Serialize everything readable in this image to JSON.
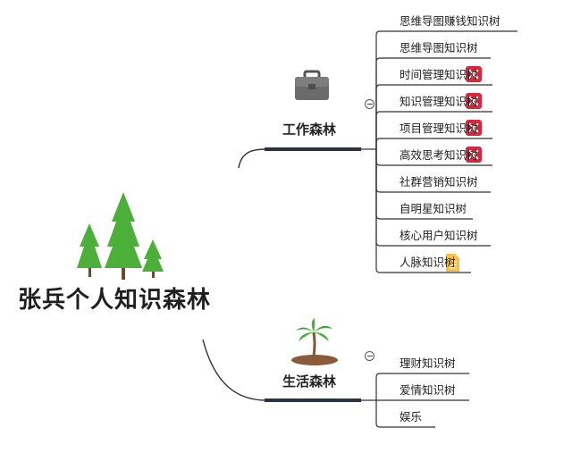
{
  "root": {
    "title": "张兵个人知识森林",
    "icon": "pine-trees-icon",
    "color": "#4caf3a"
  },
  "branches": [
    {
      "label": "工作森林",
      "icon": "briefcase-icon",
      "leaves": [
        {
          "label": "思维导图赚钱知识树",
          "marker": ""
        },
        {
          "label": "思维导图知识树",
          "marker": ""
        },
        {
          "label": "时间管理知识树",
          "marker": "xmind-icon"
        },
        {
          "label": "知识管理知识树",
          "marker": "xmind-icon"
        },
        {
          "label": "项目管理知识树",
          "marker": "xmind-icon"
        },
        {
          "label": "高效思考知识树",
          "marker": "xmind-icon"
        },
        {
          "label": "社群营销知识树",
          "marker": ""
        },
        {
          "label": "自明星知识树",
          "marker": ""
        },
        {
          "label": "核心用户知识树",
          "marker": ""
        },
        {
          "label": "人脉知识树",
          "marker": "document-icon"
        }
      ]
    },
    {
      "label": "生活森林",
      "icon": "palm-island-icon",
      "leaves": [
        {
          "label": "理财知识树",
          "marker": ""
        },
        {
          "label": "爱情知识树",
          "marker": ""
        },
        {
          "label": "娱乐",
          "marker": ""
        }
      ]
    }
  ],
  "colors": {
    "line": "#333333",
    "branch_underline": "#2b3340",
    "xmind_marker": "#d9263c",
    "document_marker": "#f5c242"
  }
}
